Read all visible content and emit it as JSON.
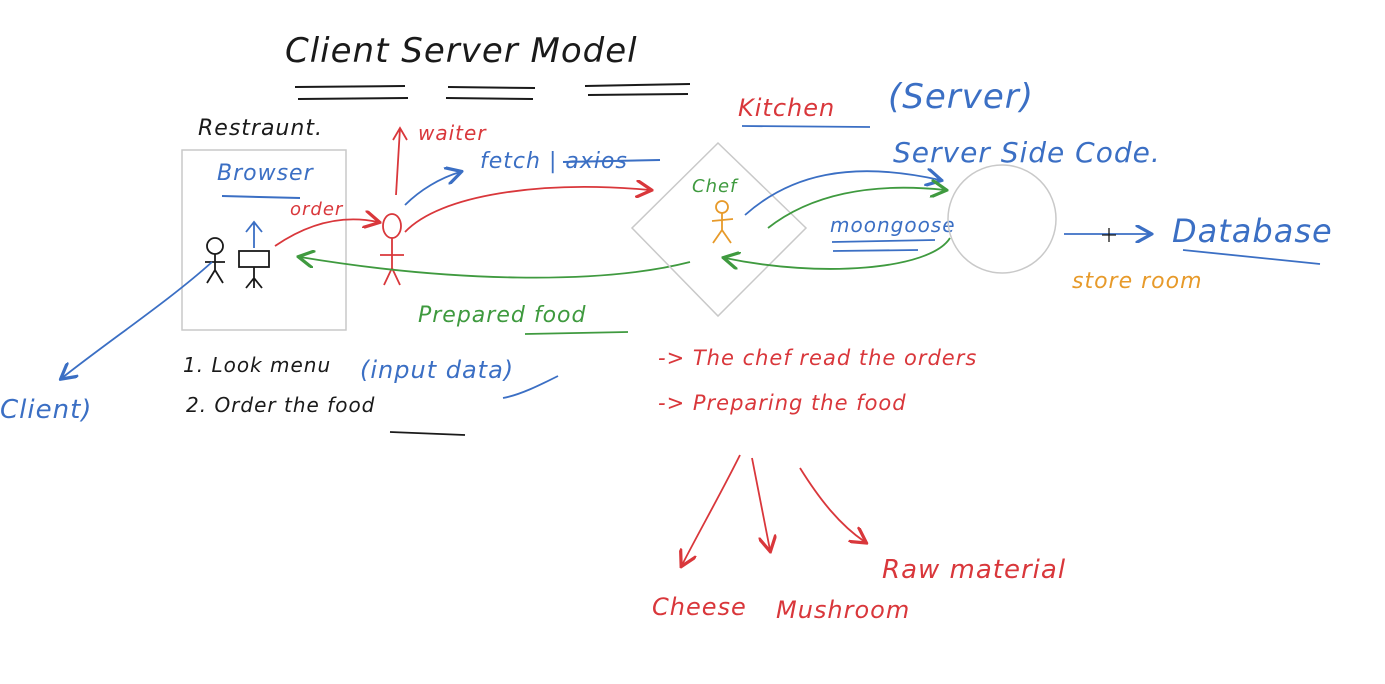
{
  "colors": {
    "black": "#1a1a1a",
    "red": "#d9373b",
    "blue": "#3b6fc4",
    "green": "#3f9a3f",
    "orange": "#e79a2a",
    "gray": "#c9c9c9"
  },
  "title": "Client Server Model",
  "left": {
    "restaurant": "Restraunt.",
    "browser": "Browser",
    "order": "order",
    "waiter": "waiter",
    "client": "Client)",
    "steps": [
      "1. Look menu",
      "2. Order the food"
    ],
    "input_data": "(input data)"
  },
  "middle": {
    "fetch_axios": "fetch | axios",
    "prepared_food": "Prepared food",
    "chef": "Chef",
    "chef_notes": [
      "-> The chef read the orders",
      "-> Preparing the food"
    ]
  },
  "right": {
    "kitchen": "Kitchen",
    "server_paren": "(Server)",
    "server_side_code": "Server Side Code.",
    "mongoose": "moongoose",
    "database": "Database",
    "store_room": "store room",
    "raw_material": "Raw material",
    "ingredients": [
      "Cheese",
      "Mushroom"
    ]
  }
}
